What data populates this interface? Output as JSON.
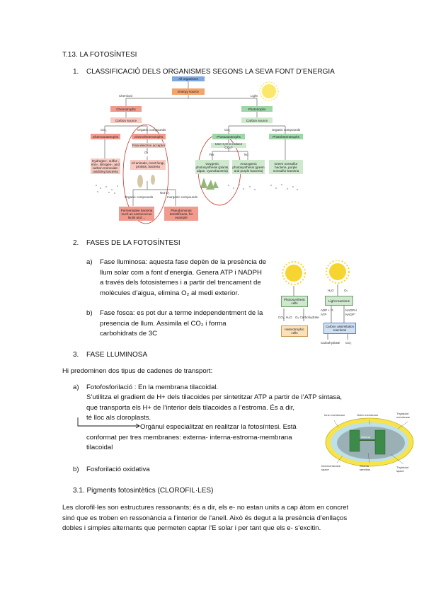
{
  "title": "T.13. LA FOTOSÍNTESI",
  "section1": {
    "num": "1.",
    "text": "CLASSIFICACIÓ DELS ORGANISMES SEGONS LA SEVA FONT D’ENERGIA"
  },
  "diagram1": {
    "all_organisms": "All organisms",
    "energy_source": "Energy source",
    "chemical": "Chemical",
    "light": "Light",
    "chemotrophs": "Chemotrophs",
    "phototrophs": "Phototrophs",
    "carbon_source_left": "Carbon source",
    "carbon_source_right": "Carbon source",
    "co2_left": "CO₂",
    "organic_left": "Organic compounds",
    "co2_right": "CO₂",
    "organic_right": "Organic compounds",
    "chemoautotrophs": "Chemoautotrophs",
    "chemoheterotrophs": "Chemoheterotrophs",
    "photoautotrophs": "Photoautotrophs",
    "photoheterotrophs": "Photoheterotrophs",
    "final_acceptor": "Final electron acceptor",
    "o2": "O₂",
    "use_h2o": "Use H₂O to reduce CO₂?",
    "yes": "Yes",
    "no": "No",
    "hydrogen": "Hydrogen-, sulfur-, iron-, nitrogen-, and carbon monoxide-oxidizing bacteria",
    "all_animals": "All animals, most fungi, protists, bacteria",
    "oxygenic": "Oxygenic photosynthesis (plants, algae, cyanobacteria)",
    "anoxygenic": "Anoxygenic photosynthesis (green and purple bacteria)",
    "green_nonsulfur": "Green nonsulfur bacteria, purple nonsulfur bacteria",
    "not_o2": "Not O₂",
    "organic_compounds": "Organic compounds",
    "inorganic_compounds": "Inorganic compounds",
    "fermentative": "Fermentative bacteria such as Lactococcus lactis and ...",
    "pseudomonas": "Pseudomonas denitrificans, for example"
  },
  "section2": {
    "num": "2.",
    "text": "FASES DE LA FOTOSÍNTESI"
  },
  "fase_a": {
    "letter": "a)",
    "lines": [
      "Fase lluminosa: aquesta fase depèn de la presència de",
      "llum solar com a font d’energia. Genera ATP i NADPH",
      "a través dels fotosistemes i a partir del trencament de",
      "molècules d’aigua, elimina O₂ al medi exterior."
    ]
  },
  "fase_b": {
    "letter": "b)",
    "lines": [
      "Fase fosca: es pot dur a terme independentment de la",
      "presencia de llum. Assimila el CO₂ i forma",
      "carbohidrats de 3C"
    ]
  },
  "diagram2": {
    "h2o": "H₂O",
    "o2": "O₂",
    "photosynthetic_cells": "Photosynthetic cells",
    "heterotrophic_cells": "Heterotrophic cells",
    "co2_h2o": "CO₂, H₂O",
    "o2_carb": "O₂ Carbohydrate",
    "light_reactions": "Light reactions",
    "adp": "ADP + Pᵢ",
    "atp": "ATP",
    "nadph": "NADPH",
    "nadp": "NADP⁺",
    "carbon_assim": "Carbon assimilation reactions",
    "carbohydrate": "Carbohydrate",
    "co2": "CO₂",
    "h2o_right": "H₂O",
    "o2_right": "O₂"
  },
  "section3": {
    "num": "3.",
    "text": "FASE LLUMINOSA"
  },
  "para_cadenes": "Hi predominen dos tipus de cadenes de transport:",
  "foto_a": {
    "letter": "a)",
    "heading": "Fotofosforilació : En la membrana tilacoidal.",
    "lines": [
      "S’utilitza el gradient de H+ dels tilacoides per sintetitzar ATP a partir de l’ATP sintasa,",
      "que transporta els H+ de l’interior dels tilacoides a l’estroma. És a dir,",
      "té lloc als cloroplasts."
    ]
  },
  "organ": {
    "lines": [
      "Orgànul especialitzat en realitzar la fotosíntesi. Està",
      "conformat per tres membranes: externa- interna-estroma-membrana",
      "tilacoidal"
    ]
  },
  "chloroplast": {
    "inner_membrane": "Inner membrane",
    "outer_membrane": "Outer membrane",
    "thylakoid_membrane": "Thylakoid membrane",
    "stroma": "Stroma",
    "intermembrane_space": "Intermembrane space",
    "stroma_lamellae": "Stroma lamellae",
    "thylakoid_space": "Thylakoid space"
  },
  "foto_b": {
    "letter": "b)",
    "text": "Fosforilació oxidativa"
  },
  "section31": "3.1. Pigments fotosintètics (CLOROFIL·LES)",
  "para_final": [
    "Les clorofil·les son estructures ressonants; és a dir, els e- no estan units a cap àtom en concret",
    "sinó que es troben en ressonància a l’interior de l’anell. Això és degut a la presència d’enllaços",
    "dobles i simples alternants que permeten captar l’E solar i per tant que els e- s’excitin."
  ]
}
